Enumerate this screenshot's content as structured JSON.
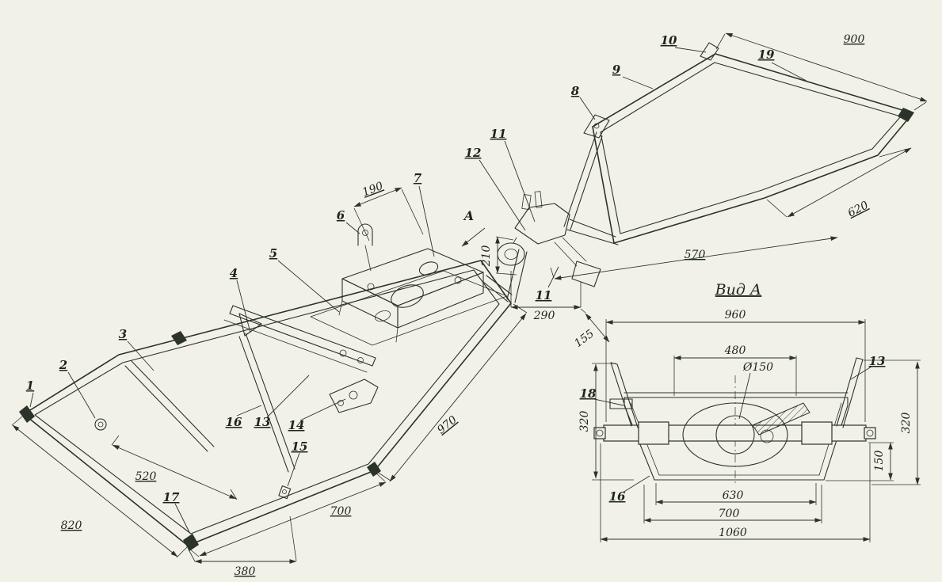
{
  "colors": {
    "paper": "#f2f1e8",
    "ink": "#2b332a"
  },
  "main_view": {
    "callouts": {
      "n1": "1",
      "n2": "2",
      "n3": "3",
      "n4": "4",
      "n5": "5",
      "n6": "6",
      "n7": "7",
      "n13": "13",
      "n14": "14",
      "n15": "15",
      "n16": "16",
      "n17": "17"
    },
    "dimensions": {
      "d190": "190",
      "d520": "520",
      "d700": "700",
      "d820": "820",
      "d380": "380",
      "d970": "970"
    },
    "view_direction_label": "A"
  },
  "rear_view": {
    "callouts": {
      "n8": "8",
      "n9": "9",
      "n10": "10",
      "n11_upper": "11",
      "n11_lower": "11",
      "n12": "12",
      "n19": "19"
    },
    "dimensions": {
      "d210": "210",
      "d290": "290",
      "d155": "155",
      "d570": "570",
      "d620": "620",
      "d900": "900"
    }
  },
  "view_a": {
    "title": "Вид А",
    "callouts": {
      "n13": "13",
      "n16": "16",
      "n18": "18"
    },
    "dimensions": {
      "d960": "960",
      "d480": "480",
      "d150_dia": "Ø150",
      "d320_left": "320",
      "d320_right": "320",
      "d150": "150",
      "d630": "630",
      "d700": "700",
      "d1060": "1060"
    }
  }
}
